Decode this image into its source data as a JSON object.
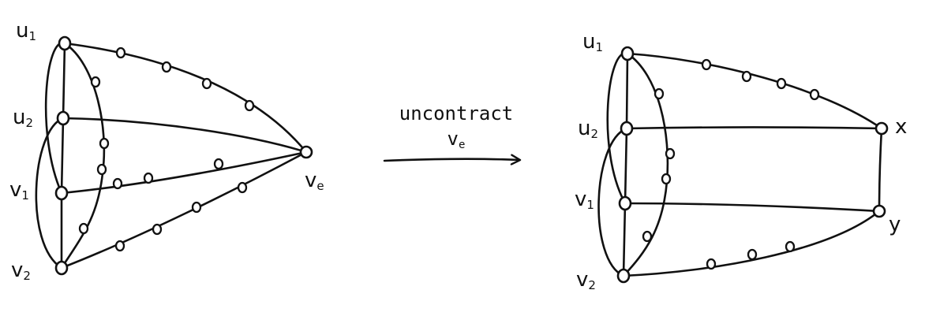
{
  "left_graph": {
    "labels": {
      "u1": {
        "base": "u",
        "sub": "1"
      },
      "u2": {
        "base": "u",
        "sub": "2"
      },
      "v1": {
        "base": "v",
        "sub": "1"
      },
      "v2": {
        "base": "v",
        "sub": "2"
      },
      "ve": {
        "base": "v",
        "sub": "e"
      }
    }
  },
  "arrow": {
    "line1": "uncontract",
    "line2_base": "v",
    "line2_sub": "e"
  },
  "right_graph": {
    "labels": {
      "u1": {
        "base": "u",
        "sub": "1"
      },
      "u2": {
        "base": "u",
        "sub": "2"
      },
      "v1": {
        "base": "v",
        "sub": "1"
      },
      "v2": {
        "base": "v",
        "sub": "2"
      },
      "x": "x",
      "y": "y"
    }
  }
}
